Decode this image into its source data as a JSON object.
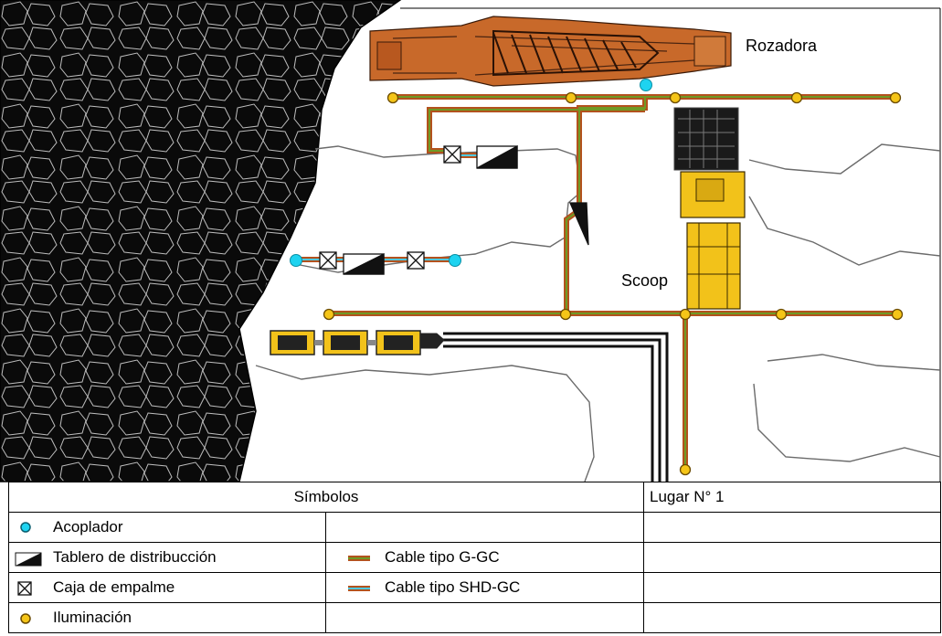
{
  "labels": {
    "rozadora": "Rozadora",
    "scoop": "Scoop"
  },
  "legend": {
    "title": "Símbolos",
    "place": "Lugar N° 1",
    "items": [
      {
        "icon": "coupler-icon",
        "label": "Acoplador"
      },
      {
        "icon": "distribution-board-icon",
        "label": "Tablero de distribucción"
      },
      {
        "icon": "junction-box-icon",
        "label": "Caja de empalme"
      },
      {
        "icon": "lighting-icon",
        "label": "Iluminación"
      }
    ],
    "cables": [
      {
        "icon": "cable-g-gc-icon",
        "label": "Cable tipo G-GC"
      },
      {
        "icon": "cable-shd-gc-icon",
        "label": "Cable tipo SHD-GC"
      }
    ]
  },
  "colors": {
    "rock": "#0a0a0a",
    "machine_orange": "#c8692a",
    "machine_yellow": "#f2c21a",
    "coupler": "#1ed3f0",
    "lamp": "#f5c518",
    "cable_outer": "#b3521e",
    "cable_inner_g": "#6f9a25",
    "cable_inner_shd": "#4ec9e0"
  }
}
